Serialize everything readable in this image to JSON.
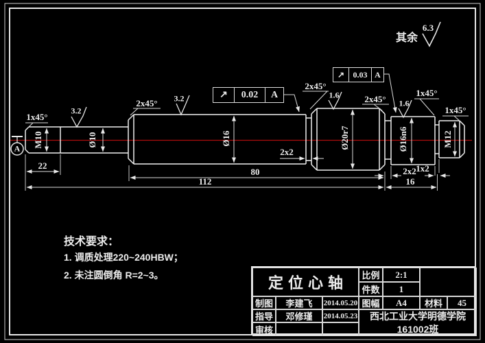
{
  "surface_note": {
    "prefix": "其余",
    "value": "6.3"
  },
  "tech": {
    "heading": "技术要求：",
    "item1": "1.  调质处理220~240HBW；",
    "item2": "2.  未注圆倒角 R=2~3。"
  },
  "labels": {
    "m10": "M10",
    "d10": "Ø10",
    "d16": "Ø16",
    "d20": "Ø20r7",
    "d16n6": "Ø16n6",
    "m12": "M12"
  },
  "chamfers": {
    "c1": "1x45°",
    "c2": "2x45°",
    "c3": "2x45°",
    "c4": "2x45°",
    "c5": "1x45°",
    "c6": "1x45°"
  },
  "roughness": {
    "r1": "3.2",
    "r2": "3.2",
    "r3": "1.6",
    "r4": "1.6"
  },
  "tolerance1": {
    "symbol": "↗",
    "value": "0.02",
    "datum": "A"
  },
  "tolerance2": {
    "symbol": "↗",
    "value": "0.03",
    "datum": "A"
  },
  "datum_label": "A",
  "dims": {
    "d22": "22",
    "d80": "80",
    "d112": "112",
    "d16": "16",
    "g1": "2x2",
    "g2": "2x2",
    "g3": "1x2"
  },
  "title_block": {
    "title": "定位心轴",
    "scale_label": "比例",
    "scale_value": "2:1",
    "qty_label": "件数",
    "qty_value": "1",
    "drawn_label": "制图",
    "drawn_name": "李建飞",
    "drawn_date": "2014.05.20",
    "format_label": "图幅",
    "format_value": "A4",
    "material_label": "材料",
    "material_value": "45",
    "advisor_label": "指导",
    "advisor_name": "邓修瑾",
    "advisor_date": "2014.05.23",
    "audit_label": "审核",
    "school": "西北工业大学明德学院",
    "class_name": "161002班"
  }
}
